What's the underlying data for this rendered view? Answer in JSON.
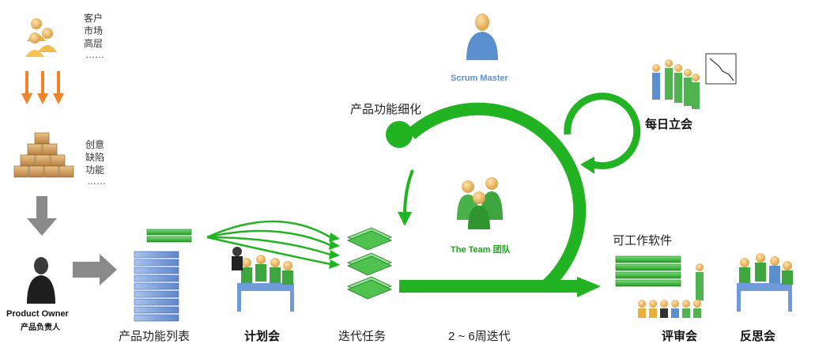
{
  "stakeholders": [
    "客户",
    "市场",
    "高层",
    "……"
  ],
  "sources": [
    "创意",
    "缺陷",
    "功能",
    "……"
  ],
  "product_owner": {
    "en": "Product Owner",
    "zh": "产品负责人"
  },
  "scrum_master": "Scrum Master",
  "refinement": "产品功能细化",
  "daily_standup": "每日立会",
  "team": "The Team 团队",
  "working_software": "可工作软件",
  "backlog": "产品功能列表",
  "planning": "计划会",
  "sprint_tasks": "迭代任务",
  "sprint_length": "2 ~ 6周迭代",
  "review": "评审会",
  "retrospective": "反思会",
  "colors": {
    "green": "#22b322",
    "orange": "#f0822a",
    "gray": "#8a8a8a",
    "blue": "#5b8fd0"
  }
}
